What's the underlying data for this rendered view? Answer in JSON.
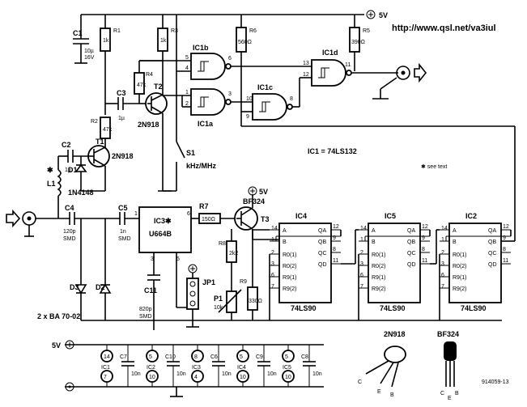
{
  "url": "http://www.qsl.net/va3iul",
  "supply": {
    "top": "5V",
    "t3": "5V",
    "bottom": "5V"
  },
  "ic1_note": "IC1 = 74LS132",
  "see_text": "✱ see text",
  "switch": {
    "name": "S1",
    "label": "kHz/MHz"
  },
  "gates": {
    "ic1a": "IC1a",
    "ic1b": "IC1b",
    "ic1c": "IC1c",
    "ic1d": "IC1d"
  },
  "gate_pins": {
    "b5": "5",
    "b4": "4",
    "b6": "6",
    "a1": "1",
    "a2": "2",
    "a3": "3",
    "c10": "10",
    "c9": "9",
    "c8": "8",
    "d13": "13",
    "d12": "12",
    "d11": "11"
  },
  "components": {
    "c1": "C1",
    "c1_val": "10µ",
    "c1_v": "16V",
    "r1": "R1",
    "r1_val": "1k",
    "r3": "R3",
    "r3_val": "1k",
    "r4": "R4",
    "r4_val": "47k",
    "r2": "R2",
    "r2_val": "47k",
    "c3": "C3",
    "c3_val": "1µ",
    "c2": "C2",
    "c2_val": "1µ",
    "t1": "T1",
    "t1_type": "2N918",
    "t2": "T2",
    "t2_type": "2N918",
    "t3": "T3",
    "t3_type": "BF324",
    "d1": "D1",
    "d1_type": "1N4148",
    "l1": "L1",
    "l1_mark": "✱",
    "r6": "R6",
    "r6_val": "560Ω",
    "r5": "R5",
    "r5_val": "390Ω",
    "c4": "C4",
    "c4_val": "120p",
    "c4_smd": "SMD",
    "c5": "C5",
    "c5_val": "1n",
    "c5_smd": "SMD",
    "ic3": "IC3✱",
    "ic3_type": "U664B",
    "ic3_pins": {
      "p1": "1",
      "p6": "6",
      "p3": "3",
      "p5": "5"
    },
    "r7": "R7",
    "r7_val": "150Ω",
    "r8": "R8",
    "r8_val": "2k2",
    "r9": "R9",
    "r9_val": "330Ω",
    "p1": "P1",
    "p1_val": "10k",
    "jp1": "JP1",
    "c11": "C11",
    "c11_val": "820p",
    "c11_smd": "SMD",
    "d3": "D3",
    "d2": "D2",
    "diodes": "2 x BA 70-02"
  },
  "counters": [
    {
      "name": "IC4",
      "type": "74LS90"
    },
    {
      "name": "IC5",
      "type": "74LS90"
    },
    {
      "name": "IC2",
      "type": "74LS90"
    }
  ],
  "counter_inputs": [
    "A",
    "B",
    "R0(1)",
    "R0(2)",
    "R9(1)",
    "R9(2)"
  ],
  "counter_in_pins": [
    "14",
    "1",
    "2",
    "3",
    "6",
    "7"
  ],
  "counter_outputs": [
    "QA",
    "QB",
    "QC",
    "QD"
  ],
  "counter_out_pins": [
    "12",
    "9",
    "8",
    "11"
  ],
  "decoupling": [
    {
      "ic": "IC1",
      "vcc": "14",
      "gnd": "7",
      "cap": "C7",
      "val": "10n"
    },
    {
      "ic": "IC2",
      "vcc": "5",
      "gnd": "10",
      "cap": "C10",
      "val": "10n"
    },
    {
      "ic": "IC3",
      "vcc": "8",
      "gnd": "4",
      "cap": "C6",
      "val": "10n"
    },
    {
      "ic": "IC4",
      "vcc": "5",
      "gnd": "10",
      "cap": "C9",
      "val": "10n"
    },
    {
      "ic": "IC5",
      "vcc": "5",
      "gnd": "10",
      "cap": "C8",
      "val": "10n"
    }
  ],
  "packages": {
    "a": "2N918",
    "a_pins": [
      "C",
      "E",
      "B"
    ],
    "b": "BF324",
    "b_pins": [
      "C",
      "E",
      "B"
    ]
  },
  "figure_no": "914059-13"
}
